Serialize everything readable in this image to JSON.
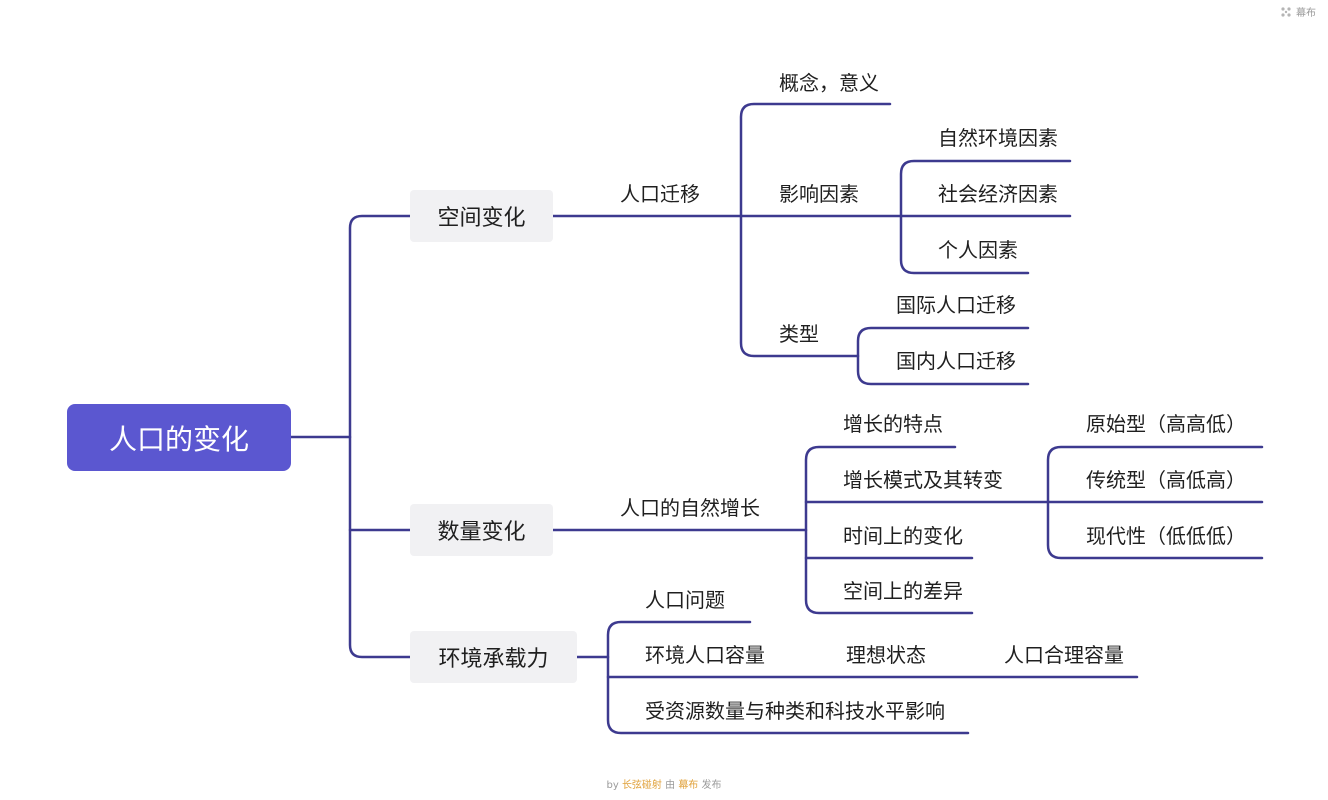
{
  "root": {
    "label": "人口的变化"
  },
  "branches": {
    "space": {
      "label": "空间变化",
      "child": "人口迁移",
      "concept": "概念，意义",
      "factors": {
        "label": "影响因素",
        "items": [
          "自然环境因素",
          "社会经济因素",
          "个人因素"
        ]
      },
      "types": {
        "label": "类型",
        "items": [
          "国际人口迁移",
          "国内人口迁移"
        ]
      }
    },
    "quantity": {
      "label": "数量变化",
      "child": "人口的自然增长",
      "features": "增长的特点",
      "models": {
        "label": "增长模式及其转变",
        "items": [
          "原始型（高高低）",
          "传统型（高低高）",
          "现代性（低低低）"
        ]
      },
      "time": "时间上的变化",
      "space_diff": "空间上的差异"
    },
    "capacity": {
      "label": "环境承载力",
      "problem": "人口问题",
      "env_capacity": "环境人口容量",
      "ideal": "理想状态",
      "reasonable": "人口合理容量",
      "resources": "受资源数量与种类和科技水平影响"
    }
  },
  "watermark": "幕布",
  "footer": {
    "pre": "by",
    "author": "长弦碰射",
    "mid": "由",
    "brand": "幕布",
    "post": "发布"
  },
  "colors": {
    "line": "#3d3a8f",
    "root_bg": "#5b57d0",
    "branch_bg": "#f1f1f3"
  }
}
